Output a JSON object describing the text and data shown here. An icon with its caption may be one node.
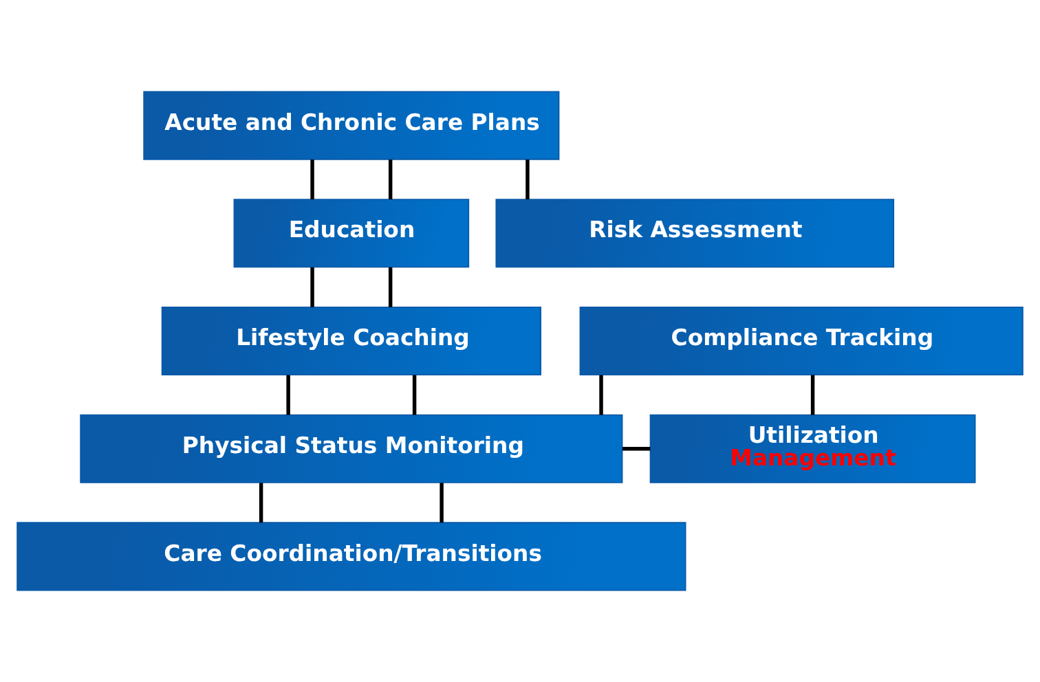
{
  "diagram": {
    "nodes": [
      {
        "text": [
          "Acute and Chronic Care Plans"
        ]
      },
      {
        "text": [
          "Education"
        ]
      },
      {
        "text": [
          "Risk Assessment"
        ]
      },
      {
        "text": [
          "Lifestyle Coaching"
        ]
      },
      {
        "text": [
          "Compliance Tracking"
        ]
      },
      {
        "text": [
          "Physical Status Monitoring"
        ]
      },
      {
        "text": [
          "Utilization",
          "Management"
        ]
      },
      {
        "text": [
          "Care Coordination/Transitions"
        ]
      }
    ],
    "edges": [
      {
        "from": 0,
        "to": 1,
        "arrow": "none"
      },
      {
        "from": 0,
        "to": 1,
        "arrow": "none"
      },
      {
        "from": 0,
        "to": 2,
        "arrow": "none"
      },
      {
        "from": 1,
        "to": 3,
        "arrow": "none"
      },
      {
        "from": 1,
        "to": 3,
        "arrow": "none"
      },
      {
        "from": 3,
        "to": 5,
        "arrow": "none"
      },
      {
        "from": 3,
        "to": 5,
        "arrow": "none"
      },
      {
        "from": 4,
        "to": 5,
        "arrow": "none"
      },
      {
        "from": 4,
        "to": 6,
        "arrow": "none"
      },
      {
        "from": 5,
        "to": 6,
        "arrow": "none"
      },
      {
        "from": 5,
        "to": 7,
        "arrow": "none"
      },
      {
        "from": 5,
        "to": 7,
        "arrow": "none"
      }
    ]
  }
}
